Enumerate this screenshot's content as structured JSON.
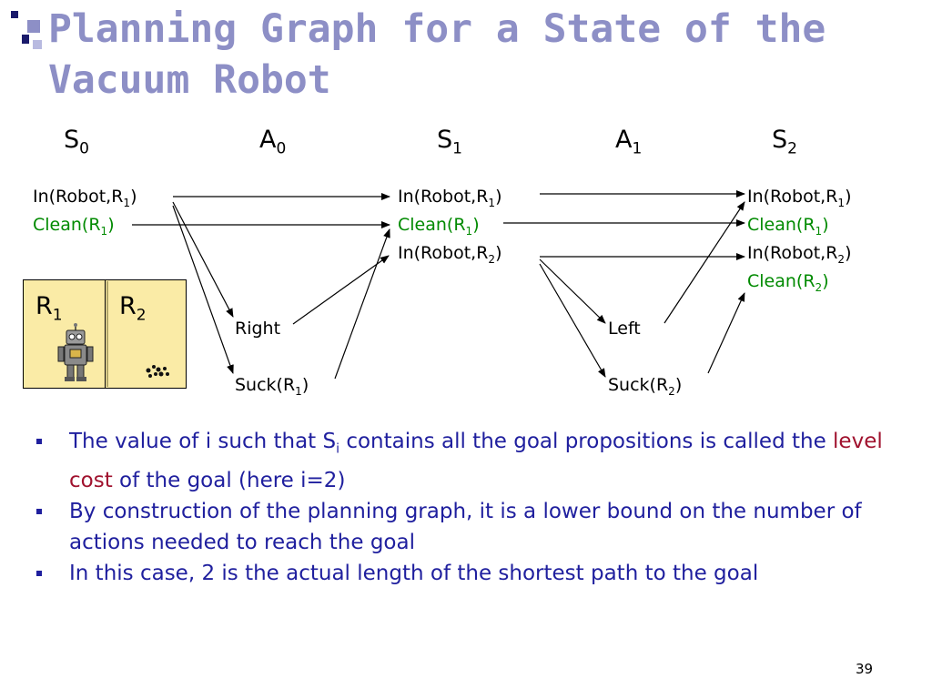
{
  "slide": {
    "title_line1": "Planning Graph for a State of the",
    "title_line2": "Vacuum Robot",
    "page_number": "39"
  },
  "levels": [
    {
      "base": "S",
      "sub": "0"
    },
    {
      "base": "A",
      "sub": "0"
    },
    {
      "base": "S",
      "sub": "1"
    },
    {
      "base": "A",
      "sub": "1"
    },
    {
      "base": "S",
      "sub": "2"
    }
  ],
  "nodes": {
    "s0_in_robot_r1": {
      "pre": "In(Robot,R",
      "sub": "1",
      "post": ")"
    },
    "s0_clean_r1": {
      "pre": "Clean(R",
      "sub": "1",
      "post": ")"
    },
    "a0_right": {
      "pre": "Right",
      "sub": "",
      "post": ""
    },
    "a0_suck_r1": {
      "pre": "Suck(R",
      "sub": "1",
      "post": ")"
    },
    "s1_in_robot_r1": {
      "pre": "In(Robot,R",
      "sub": "1",
      "post": ")"
    },
    "s1_clean_r1": {
      "pre": "Clean(R",
      "sub": "1",
      "post": ")"
    },
    "s1_in_robot_r2": {
      "pre": "In(Robot,R",
      "sub": "2",
      "post": ")"
    },
    "a1_left": {
      "pre": "Left",
      "sub": "",
      "post": ""
    },
    "a1_suck_r2": {
      "pre": "Suck(R",
      "sub": "2",
      "post": ")"
    },
    "s2_in_robot_r1": {
      "pre": "In(Robot,R",
      "sub": "1",
      "post": ")"
    },
    "s2_clean_r1": {
      "pre": "Clean(R",
      "sub": "1",
      "post": ")"
    },
    "s2_in_robot_r2": {
      "pre": "In(Robot,R",
      "sub": "2",
      "post": ")"
    },
    "s2_clean_r2": {
      "pre": "Clean(R",
      "sub": "2",
      "post": ")"
    }
  },
  "rooms": {
    "left": {
      "base": "R",
      "sub": "1"
    },
    "right": {
      "base": "R",
      "sub": "2"
    }
  },
  "bullets": {
    "b1": {
      "t1": "The value of i such that S",
      "t1_sub": "i",
      "t2": " contains all the goal propositions is called the ",
      "highlight": "level cost",
      "t3": " of the goal (here i=2)"
    },
    "b2": "By construction of the planning graph, it is a lower bound on the number of actions needed to reach the goal",
    "b3": "In this case, 2 is the actual length of the shortest path to the goal"
  },
  "colors": {
    "title": "#8D8FC6",
    "clean_proposition": "#008A00",
    "bullet_text": "#1F1F9E",
    "highlight": "#A0122E",
    "room_fill": "#FAEBA6"
  }
}
